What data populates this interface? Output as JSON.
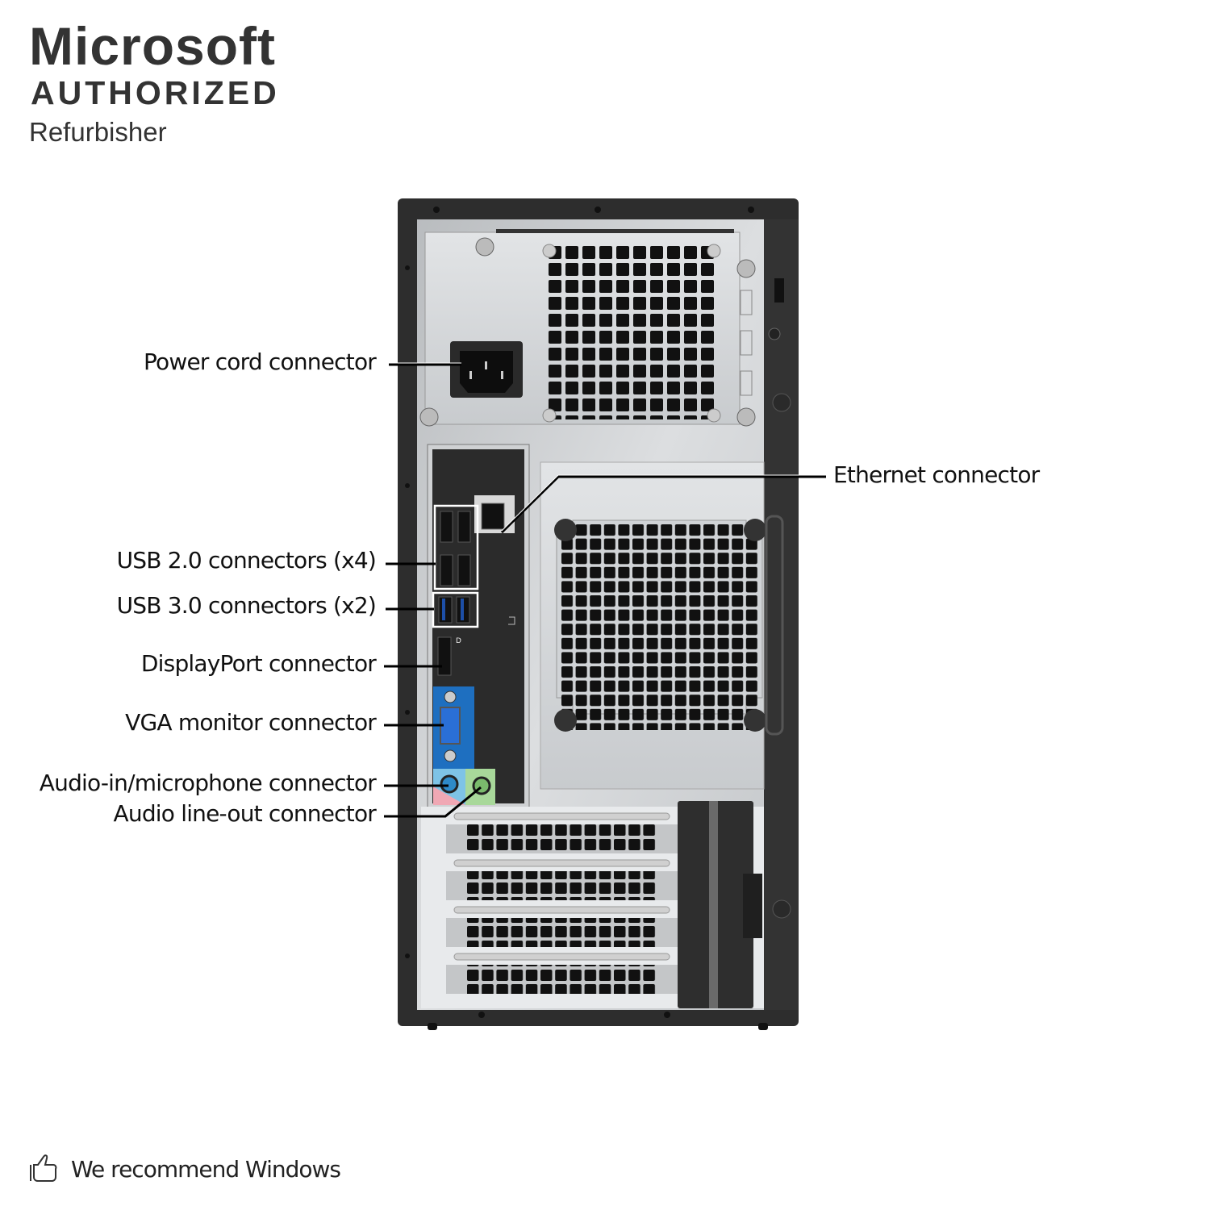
{
  "logo": {
    "line1": "Microsoft",
    "line2": "AUTHORIZED",
    "line3": "Refurbisher"
  },
  "callouts": {
    "power": "Power cord connector",
    "ethernet": "Ethernet connector",
    "usb2": "USB 2.0 connectors (x4)",
    "usb3": "USB 3.0 connectors (x2)",
    "displayport": "DisplayPort connector",
    "vga": "VGA monitor connector",
    "audio_in": "Audio-in/microphone connector",
    "audio_out": "Audio line-out connector"
  },
  "footer": {
    "icon": "thumbs-up-icon",
    "text": "We recommend Windows"
  },
  "colors": {
    "chassis": "#2b2b2b",
    "panel": "#c9cbcd",
    "vga_blue": "#1e6fc0",
    "audio_blue": "#7ec3e6",
    "audio_pink": "#f0a8b4",
    "audio_green": "#a8d89a",
    "usb3_blue": "#1d4fa8"
  }
}
